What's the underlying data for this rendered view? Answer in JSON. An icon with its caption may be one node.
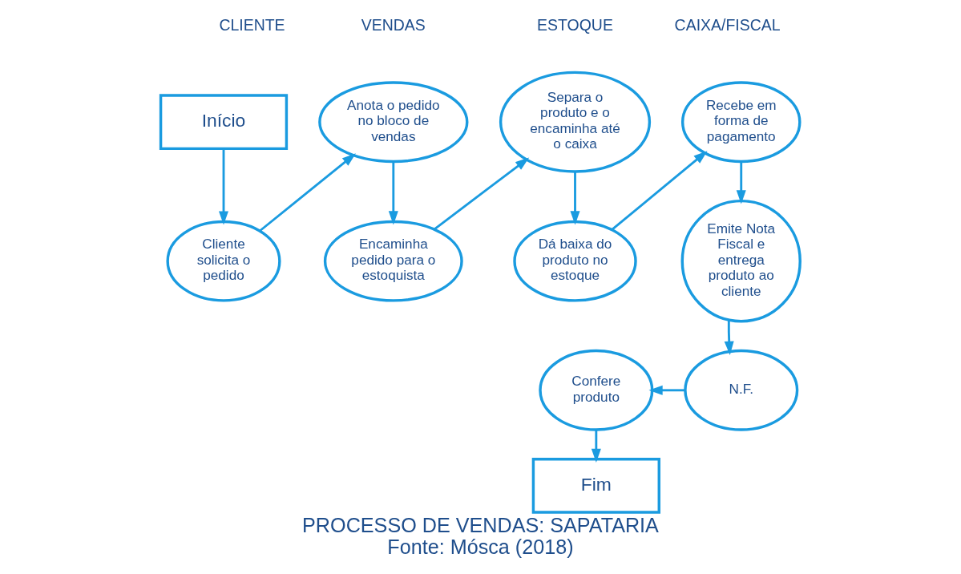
{
  "diagram": {
    "title": "PROCESSO DE VENDAS: SAPATARIA",
    "caption": "Fonte: Mósca (2018)",
    "nodes": [
      {
        "text": [
          "Início"
        ]
      },
      {
        "text": [
          "Cliente solicita o pedido"
        ]
      },
      {
        "text": [
          "Anota o pedido no bloco de vendas"
        ]
      },
      {
        "text": [
          "Encaminha pedido para o estoquista"
        ]
      },
      {
        "text": [
          "Separa o produto e o encaminha até o caixa"
        ]
      },
      {
        "text": [
          "Dá baixa do produto no estoque"
        ]
      },
      {
        "text": [
          "Recebe em forma de pagamento"
        ]
      },
      {
        "text": [
          "Emite Nota Fiscal e entrega produto ao cliente"
        ]
      },
      {
        "text": [
          "N.F."
        ]
      },
      {
        "text": [
          "Confere produto"
        ]
      },
      {
        "text": [
          "Fim"
        ]
      }
    ],
    "edges": [
      {
        "from": 0,
        "to": 1,
        "arrow": "to"
      },
      {
        "from": 1,
        "to": 2,
        "arrow": "to"
      },
      {
        "from": 2,
        "to": 3,
        "arrow": "to"
      },
      {
        "from": 3,
        "to": 4,
        "arrow": "to"
      },
      {
        "from": 4,
        "to": 5,
        "arrow": "to"
      },
      {
        "from": 5,
        "to": 6,
        "arrow": "to"
      },
      {
        "from": 6,
        "to": 7,
        "arrow": "to"
      },
      {
        "from": 7,
        "to": 8,
        "arrow": "to"
      },
      {
        "from": 8,
        "to": 9,
        "arrow": "to"
      },
      {
        "from": 9,
        "to": 10,
        "arrow": "to"
      }
    ],
    "labels": [
      "CLIENTE",
      "VENDAS",
      "ESTOQUE",
      "CAIXA/FISCAL"
    ]
  }
}
